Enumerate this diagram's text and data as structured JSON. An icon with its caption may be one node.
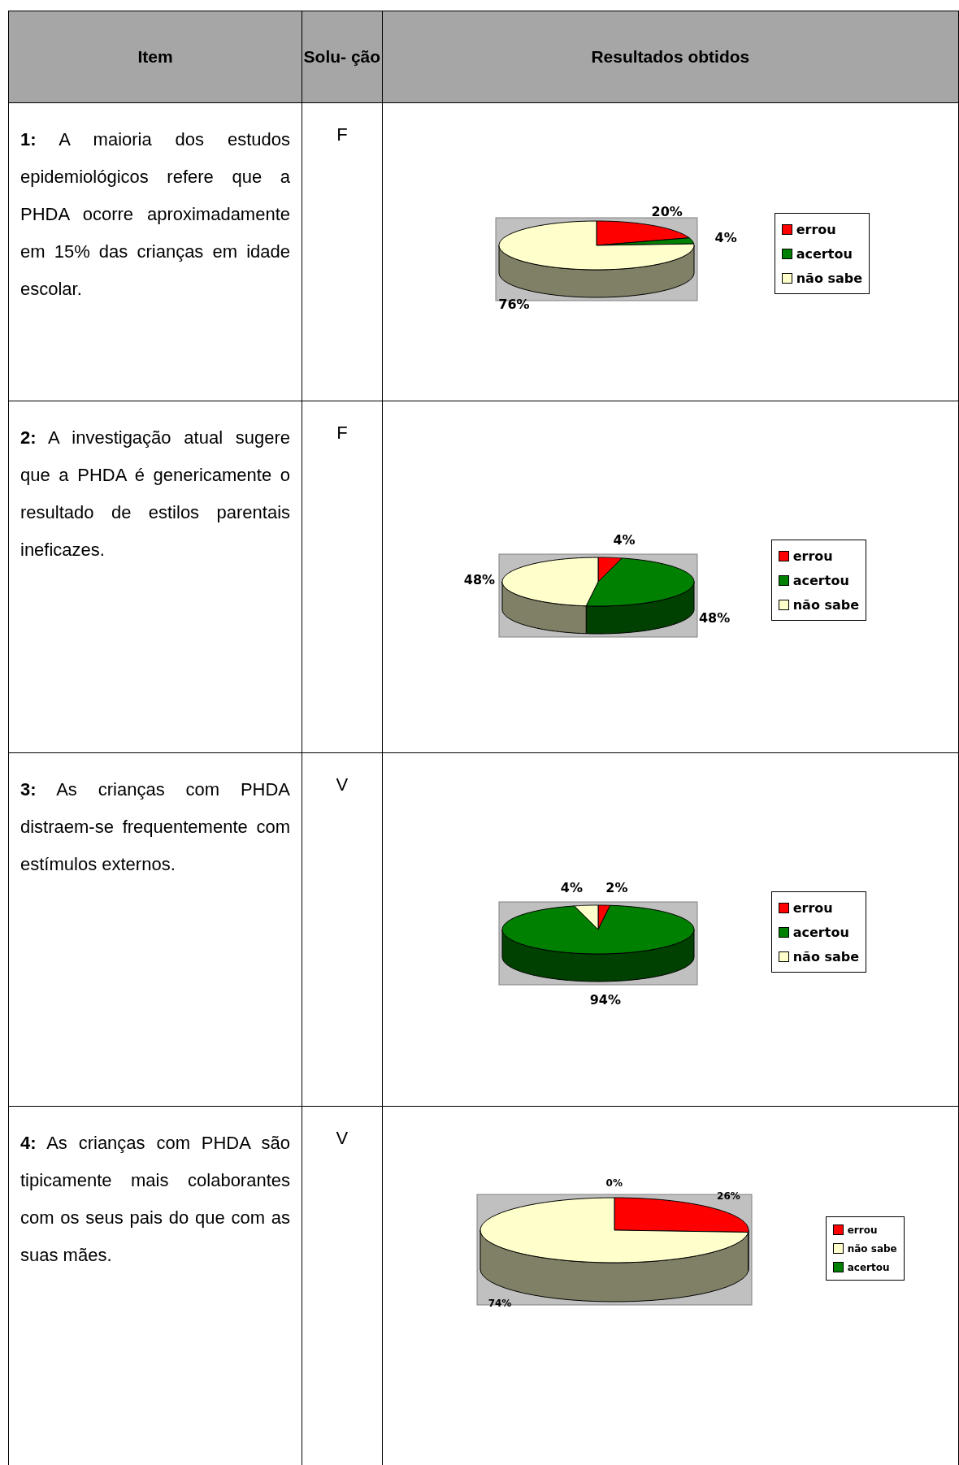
{
  "diagram": {
    "labels": [
      "Item",
      "Solu- ção",
      "Resultados obtidos",
      "**1:** A maioria dos estudos epidemiológicos refere que a PHDA ocorre aproximadamente em 15% das crianças em idade escolar.",
      "F",
      "20%",
      "4%",
      "76%",
      "**2:** A investigação atual sugere que a PHDA é genericamente o resultado de estilos parentais ineficazes.",
      "F",
      "4%",
      "48%",
      "48%",
      "**3:** As crianças com PHDA distraem-se frequentemente com estímulos externos.",
      "V",
      "2%",
      "4%",
      "94%",
      "**4:** As crianças com PHDA são tipicamente mais colaborantes com os seus pais do que com as suas mães.",
      "V",
      "0%",
      "26%",
      "74%"
    ],
    "legend": [
      {
        "text": "errou",
        "color": "#ff0000"
      },
      {
        "text": "acertou",
        "color": "#008000"
      },
      {
        "text": "não sabe",
        "color": "#ffffcc"
      },
      {
        "text": "errou",
        "color": "#ff0000"
      },
      {
        "text": "acertou",
        "color": "#008000"
      },
      {
        "text": "não sabe",
        "color": "#ffffcc"
      },
      {
        "text": "errou",
        "color": "#ff0000"
      },
      {
        "text": "acertou",
        "color": "#008000"
      },
      {
        "text": "não sabe",
        "color": "#ffffcc"
      },
      {
        "text": "errou",
        "color": "#ff0000"
      },
      {
        "text": "não sabe",
        "color": "#ffffcc"
      },
      {
        "text": "acertou",
        "color": "#008000"
      }
    ]
  }
}
